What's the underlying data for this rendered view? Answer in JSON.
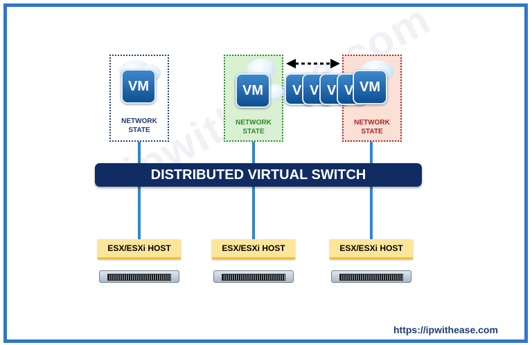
{
  "diagram": {
    "states": [
      {
        "network_label": "NETWORK\nSTATE",
        "vm_label": "VM",
        "color": "#1e3a72",
        "fill": "#ffffff"
      },
      {
        "network_label": "NETWORK\nSTATE",
        "vm_label": "VM",
        "color": "#2e8a2e",
        "fill": "#d9f0d3"
      },
      {
        "network_label": "NETWORK\nSTATE",
        "vm_label": "VM",
        "color": "#b02323",
        "fill": "#fbe0d6"
      }
    ],
    "migrating_vm_fragments": [
      "V",
      "V",
      "V",
      "V"
    ],
    "switch_label": "DISTRIBUTED VIRTUAL SWITCH",
    "hosts": [
      "ESX/ESXi HOST",
      "ESX/ESXi HOST",
      "ESX/ESXi HOST"
    ],
    "watermark": "ipwithease.com",
    "url": "https://ipwithease.com",
    "colors": {
      "frame": "#2f77c9",
      "switch": "#102c62",
      "host_label": "#fde69a",
      "link": "#2f86c9"
    }
  }
}
